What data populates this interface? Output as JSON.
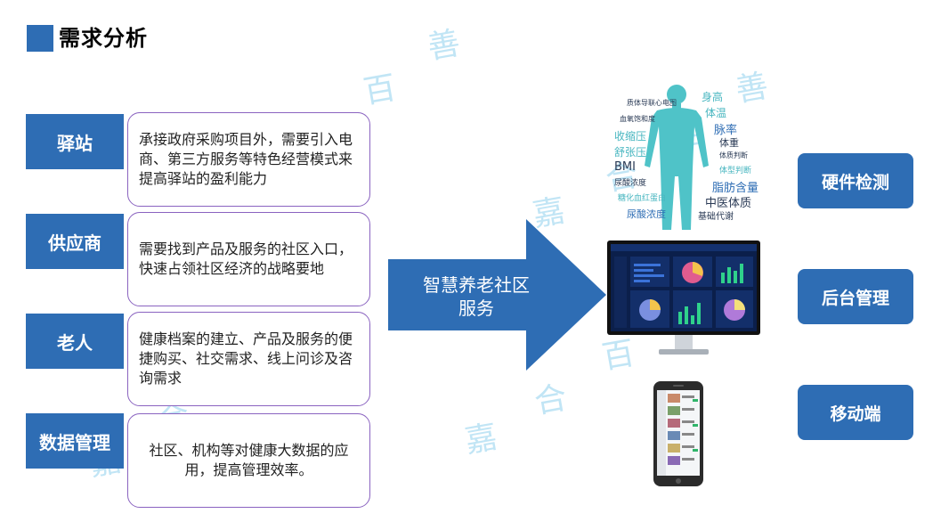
{
  "title": "需求分析",
  "watermark": {
    "chars": [
      "嘉",
      "合",
      "百",
      "善"
    ],
    "color": "#8fd0ee"
  },
  "left_rows": [
    {
      "label": "驿站",
      "text": "承接政府采购项目外，需要引入电商、第三方服务等特色经营模式来提高驿站的盈利能力"
    },
    {
      "label": "供应商",
      "text": "需要找到产品及服务的社区入口，快速占领社区经济的战略要地"
    },
    {
      "label": "老人",
      "text": "健康档案的建立、产品及服务的便捷购买、社交需求、线上问诊及咨询需求"
    },
    {
      "label": "数据管理",
      "text": "社区、机构等对健康大数据的应用，提高管理效率。"
    }
  ],
  "center_arrow": {
    "text": "智慧养老社区服务",
    "color": "#2e6db4"
  },
  "right_buttons": [
    "硬件检测",
    "后台管理",
    "移动端"
  ],
  "body_metrics": {
    "left": [
      "质体导联心电图",
      "血氧饱和度",
      "收缩压",
      "舒张压",
      "BMI",
      "尿酸浓度",
      "糖化血红蛋白",
      "尿酸浓度"
    ],
    "right": [
      "身高",
      "体温",
      "脉率",
      "体重",
      "体质判断",
      "体型判断",
      "脂肪含量",
      "中医体质",
      "基础代谢"
    ]
  },
  "colors": {
    "accent": "#2e6db4",
    "box_border": "#8a63c0",
    "body": "#4fc3c8"
  }
}
